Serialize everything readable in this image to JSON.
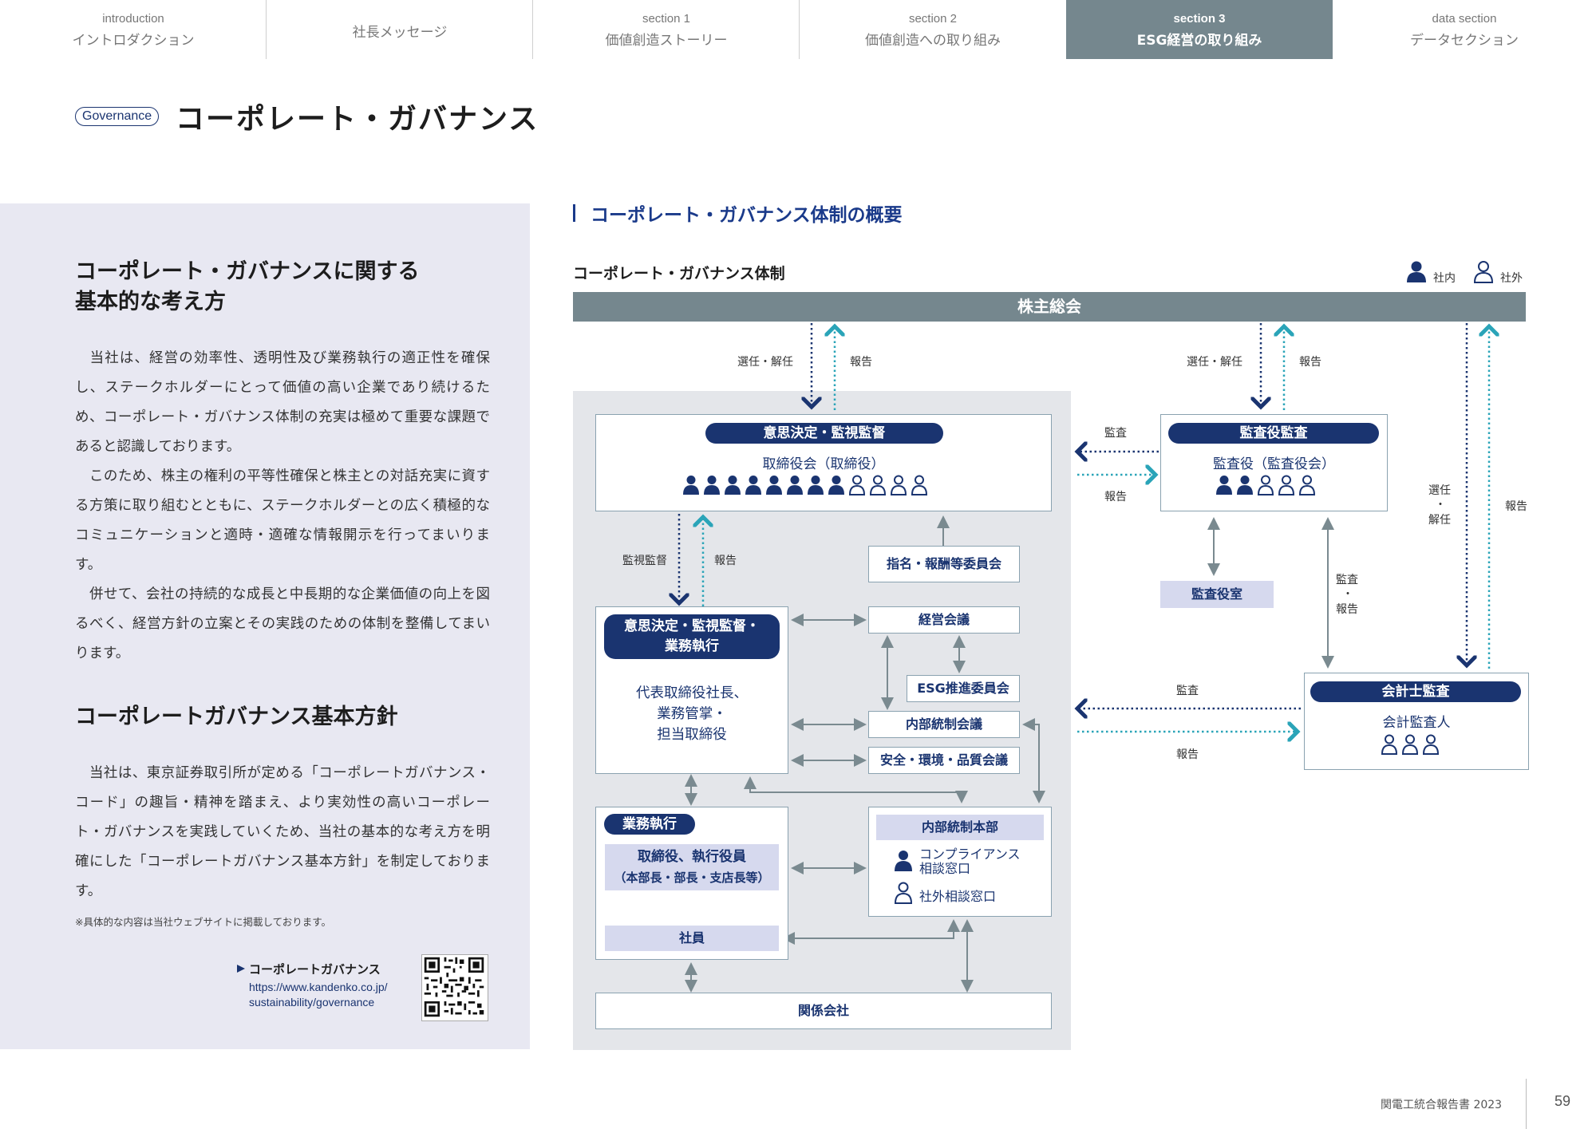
{
  "nav": [
    {
      "en": "introduction",
      "jp": "イントロダクション"
    },
    {
      "en": "",
      "jp": "社長メッセージ"
    },
    {
      "en": "section 1",
      "jp": "価値創造ストーリー"
    },
    {
      "en": "section 2",
      "jp": "価値創造への取り組み"
    },
    {
      "en": "section 3",
      "jp": "ESG経営の取り組み"
    },
    {
      "en": "data section",
      "jp": "データセクション"
    }
  ],
  "header": {
    "badge": "Governance",
    "title": "コーポレート・ガバナンス"
  },
  "left": {
    "h1_line1": "コーポレート・ガバナンスに関する",
    "h1_line2": "基本的な考え方",
    "p1": "　当社は、経営の効率性、透明性及び業務執行の適正性を確保し、ステークホルダーにとって価値の高い企業であり続けるため、コーポレート・ガバナンス体制の充実は極めて重要な課題であると認識しております。",
    "p2": "　このため、株主の権利の平等性確保と株主との対話充実に資する方策に取り組むとともに、ステークホルダーとの広く積極的なコミュニケーションと適時・適確な情報開示を行ってまいります。",
    "p3": "　併せて、会社の持続的な成長と中長期的な企業価値の向上を図るべく、経営方針の立案とその実践のための体制を整備してまいります。",
    "h2": "コーポレートガバナンス基本方針",
    "p4": "　当社は、東京証券取引所が定める「コーポレートガバナンス・コード」の趣旨・精神を踏まえ、より実効性の高いコーポレート・ガバナンスを実践していくため、当社の基本的な考え方を明確にした「コーポレートガバナンス基本方針」を制定しております。",
    "note": "※具体的な内容は当社ウェブサイトに掲載しております。",
    "link_title": "コーポレートガバナンス",
    "link_url1": "https://www.kandenko.co.jp/",
    "link_url2": "sustainability/governance"
  },
  "diagram": {
    "section_title": "コーポレート・ガバナンス体制の概要",
    "subtitle": "コーポレート・ガバナンス体制",
    "legend_inside": "社内",
    "legend_outside": "社外",
    "shareholders": "株主総会",
    "lbl_select": "選任・解任",
    "lbl_report": "報告",
    "lbl_audit": "監査",
    "lbl_supervise": "監視監督",
    "lbl_select_v1": "選任",
    "lbl_dot": "・",
    "lbl_dismiss_v": "解任",
    "lbl_audit_v": "監査",
    "board_pill": "意思決定・監視監督",
    "board_name": "取締役会（取締役）",
    "board_inside_count": 8,
    "board_outside_count": 4,
    "auditor_pill": "監査役監査",
    "auditor_name": "監査役（監査役会）",
    "auditor_inside_count": 2,
    "auditor_outside_count": 3,
    "nomination": "指名・報酬等委員会",
    "auditor_office": "監査役室",
    "exec_pill_l1": "意思決定・監視監督・",
    "exec_pill_l2": "業務執行",
    "exec_name_l1": "代表取締役社長、",
    "exec_name_l2": "業務管掌・",
    "exec_name_l3": "担当取締役",
    "mgmt_meeting": "経営会議",
    "esg_committee": "ESG推進委員会",
    "internal_control_meeting": "内部統制会議",
    "safety_meeting": "安全・環境・品質会議",
    "accountant_pill": "会計士監査",
    "accountant_name": "会計監査人",
    "accountant_count": 3,
    "ops_pill": "業務執行",
    "ops_name_l1": "取締役、執行役員",
    "ops_name_l2": "（本部長・部長・支店長等）",
    "employees": "社員",
    "internal_hq": "内部統制本部",
    "compliance_l1": "コンプライアンス",
    "compliance_l2": "相談窓口",
    "external_window": "社外相談窓口",
    "affiliates": "関係会社",
    "colors": {
      "navy": "#1a3470",
      "teal": "#2aa4b8",
      "gray": "#75878e",
      "line": "#7a8a90"
    }
  },
  "footer": {
    "report": "関電工統合報告書 2023",
    "page": "59"
  }
}
